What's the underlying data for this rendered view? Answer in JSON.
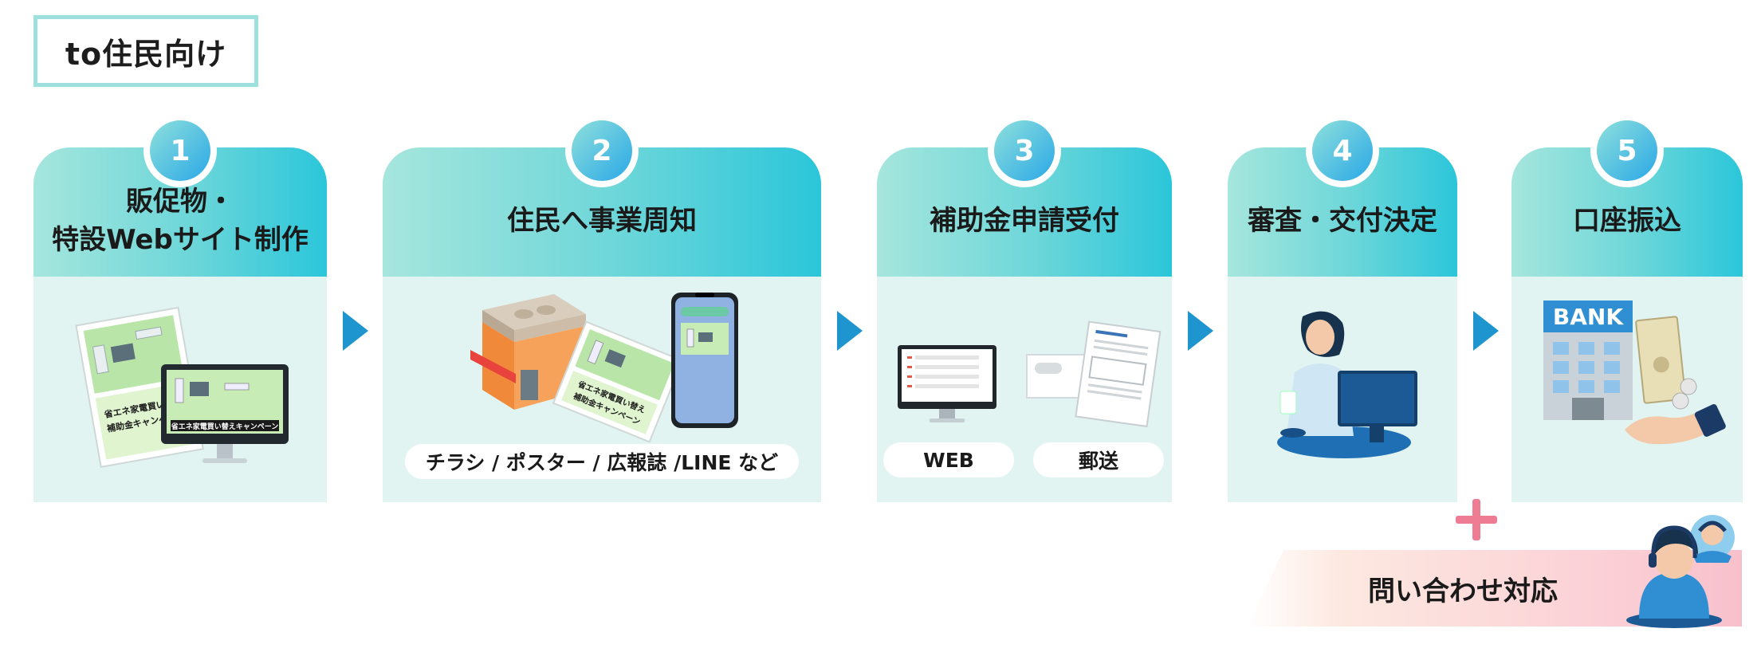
{
  "header": {
    "label": "to住民向け"
  },
  "steps": [
    {
      "number": "1",
      "title_line1": "販促物・",
      "title_line2": "特設Webサイト制作"
    },
    {
      "number": "2",
      "title": "住民へ事業周知",
      "media_label": "チラシ / ポスター / 広報誌 /LINE など"
    },
    {
      "number": "3",
      "title": "補助金申請受付",
      "option_web": "WEB",
      "option_mail": "郵送"
    },
    {
      "number": "4",
      "title": "審査・交付決定"
    },
    {
      "number": "5",
      "title": "口座振込",
      "bank_sign": "BANK"
    }
  ],
  "flyer": {
    "campaign_text": "省エネ家電買い替えキャンペーン",
    "flyer_line1": "省エネ家電買い替え",
    "flyer_line2": "補助金キャンペーン",
    "leaflet_line1": "省エネ家電買い替え",
    "leaflet_line2": "補助金キャンペーン"
  },
  "inquiry": {
    "label": "問い合わせ対応"
  },
  "colors": {
    "arrow": "#1f95cf",
    "badge_start": "#8fe0dc",
    "badge_end": "#2aa8e6",
    "body_bg": "#e1f4f2",
    "plus": "#ee7d93",
    "frame": "#9ee0de"
  }
}
